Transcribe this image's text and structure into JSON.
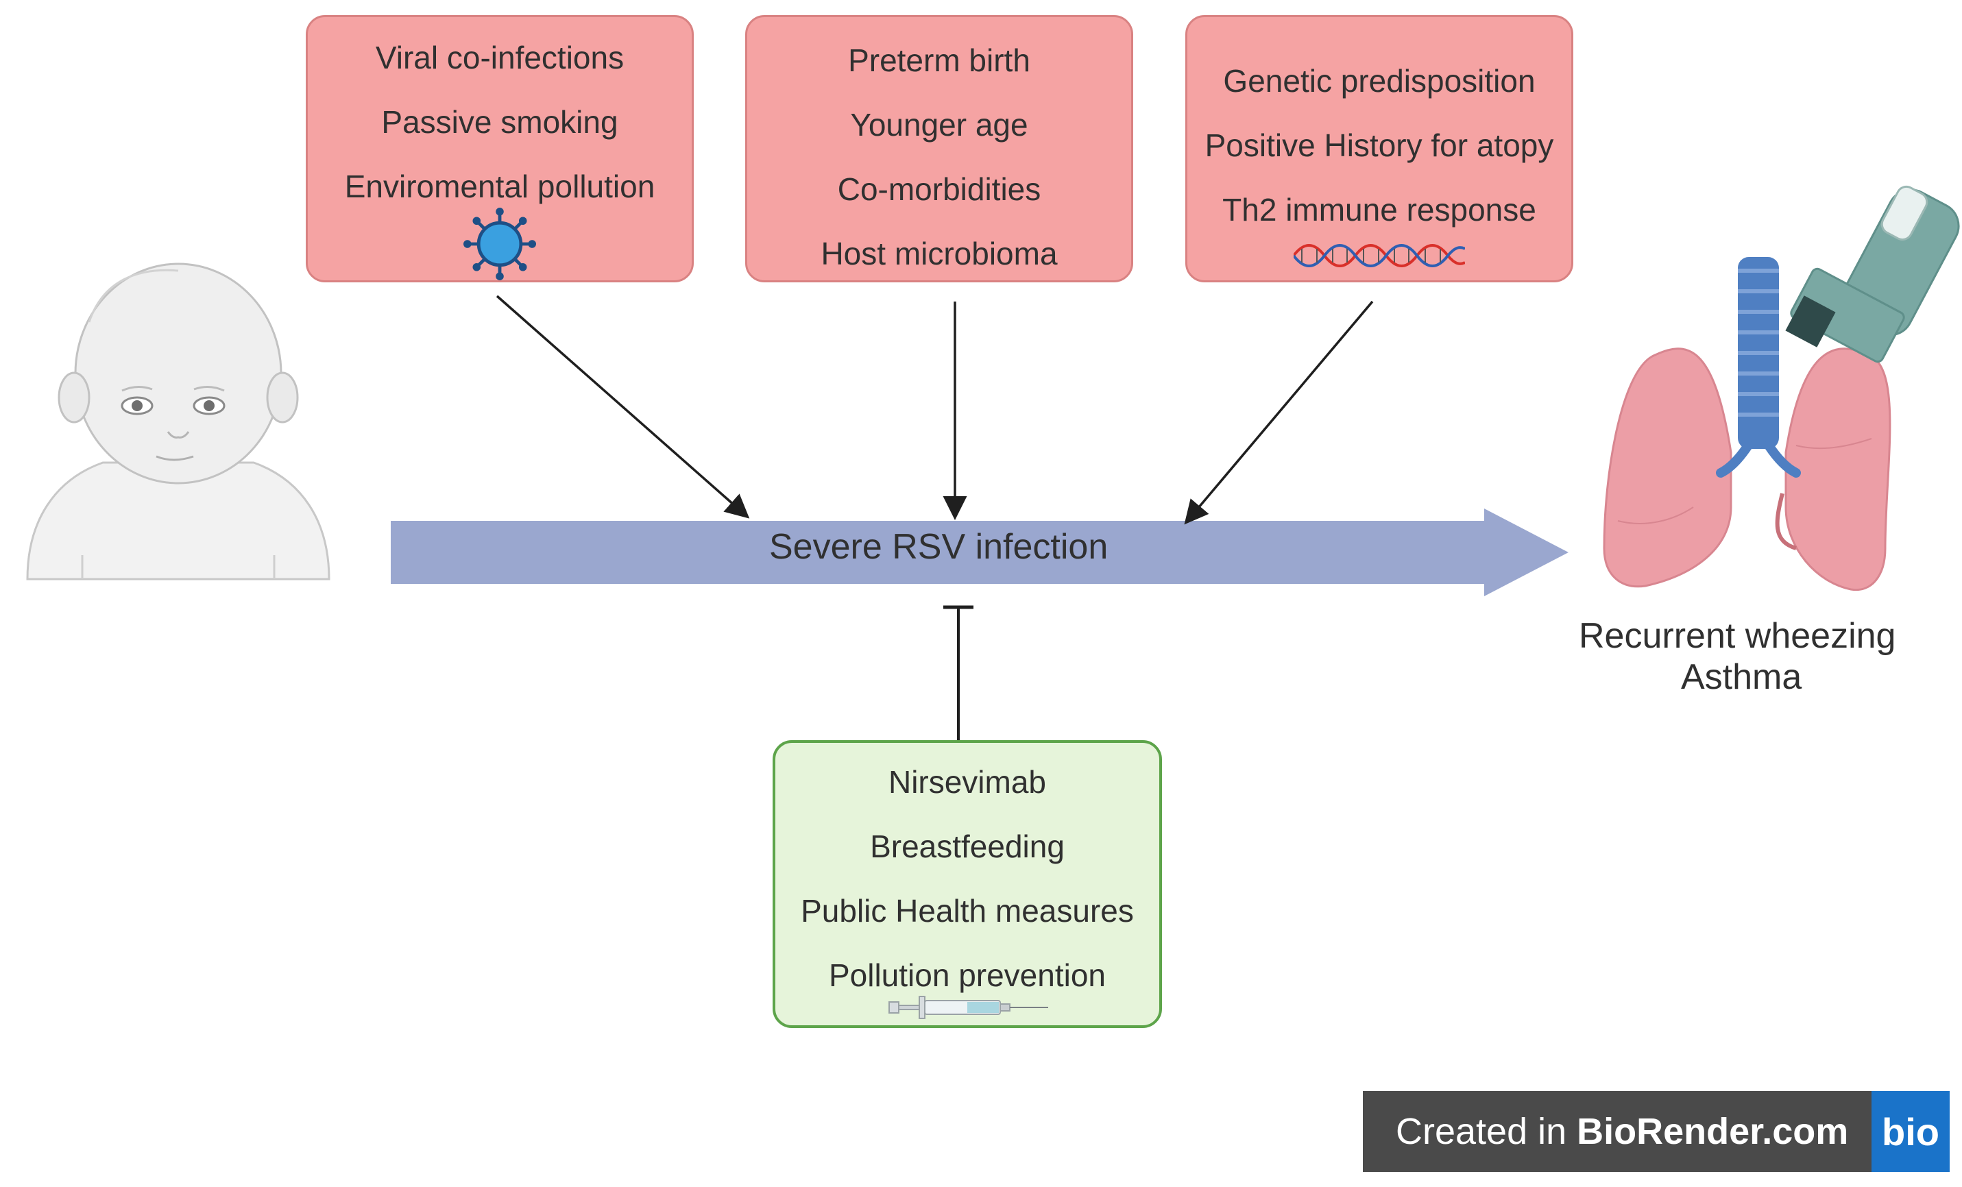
{
  "risk_boxes": [
    {
      "lines": [
        "Viral co-infections",
        "Passive smoking",
        "Enviromental pollution"
      ],
      "icon": "virus-icon"
    },
    {
      "lines": [
        "Preterm birth",
        "Younger age",
        "Co-morbidities",
        "Host microbioma"
      ],
      "icon": ""
    },
    {
      "lines": [
        "Genetic predisposition",
        "Positive History for atopy",
        "Th2 immune response"
      ],
      "icon": "dna-icon"
    }
  ],
  "protective_box": {
    "lines": [
      "Nirsevimab",
      "Breastfeeding",
      "Public Health measures",
      "Pollution prevention"
    ],
    "icon": "syringe-icon"
  },
  "main_arrow": {
    "label": "Severe RSV infection"
  },
  "outcome": {
    "line1": "Recurrent wheezing",
    "line2": "Asthma"
  },
  "footer": {
    "prefix": "Created in ",
    "brand": "BioRender.com",
    "logo": "bio"
  },
  "colors": {
    "risk_fill": "#f5a3a3",
    "risk_border": "#d98282",
    "protect_fill": "#e6f4da",
    "protect_border": "#5da44a",
    "arrow": "#9aa7cf",
    "lung": "#ec9ea6",
    "trachea": "#4f7fc2"
  }
}
